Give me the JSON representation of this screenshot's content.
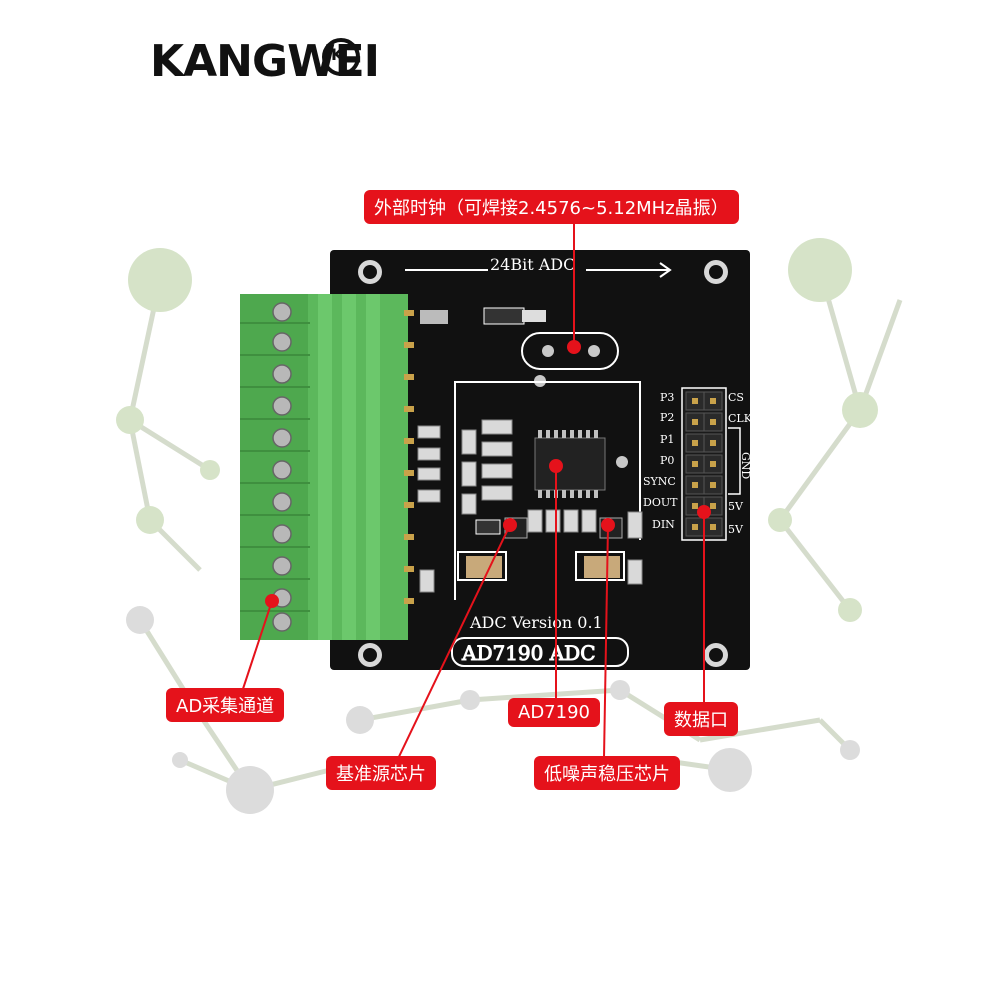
{
  "brand": {
    "name": "KANGWEI",
    "logo": "K"
  },
  "board": {
    "title": "24Bit ADC",
    "version": "ADC Version 0.1",
    "chip": "AD7190 ADC",
    "pins_left": [
      "P3",
      "P2",
      "P1",
      "P0",
      "SYNC",
      "DOUT",
      "DIN"
    ],
    "pins_right": [
      "CS",
      "CLK",
      "GND",
      "5V",
      "5V"
    ]
  },
  "callouts": {
    "clock": "外部时钟（可焊接2.4576~5.12MHz晶振）",
    "ad_channel": "AD采集通道",
    "reference": "基准源芯片",
    "ad7190": "AD7190",
    "ldo": "低噪声稳压芯片",
    "data_port": "数据口"
  },
  "colors": {
    "callout": "#e5121b",
    "board": "#111111",
    "terminal": "#5cb85c",
    "network": "#cdd9c4"
  }
}
